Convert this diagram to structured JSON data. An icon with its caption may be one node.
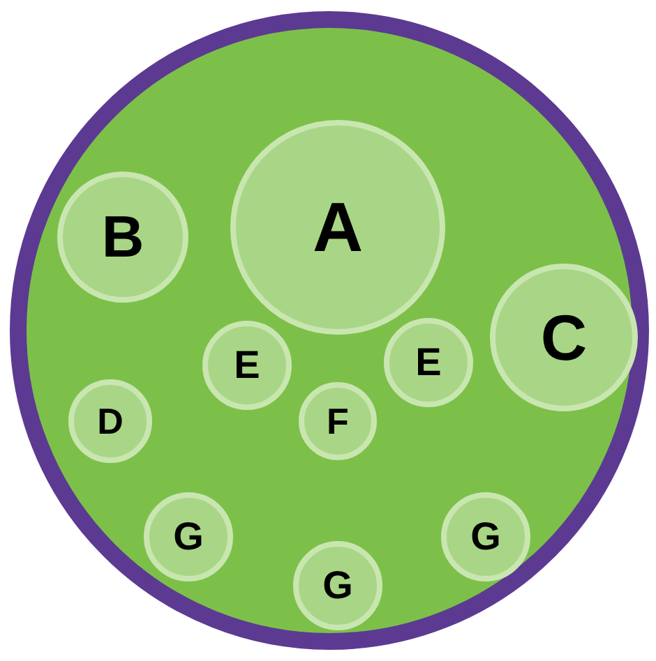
{
  "diagram": {
    "nodes": [
      {
        "text": [],
        "shape": "circle"
      },
      {
        "text": [
          "A"
        ],
        "in": 0
      },
      {
        "text": [
          "B"
        ],
        "in": 0
      },
      {
        "text": [
          "C"
        ],
        "in": 0
      },
      {
        "text": [
          "E"
        ],
        "in": 0
      },
      {
        "text": [
          "E"
        ],
        "in": 0
      },
      {
        "text": [
          "D"
        ],
        "in": 0
      },
      {
        "text": [
          "F"
        ],
        "in": 0
      },
      {
        "text": [
          "G"
        ],
        "in": 0
      },
      {
        "text": [
          "G"
        ],
        "in": 0
      },
      {
        "text": [
          "G"
        ],
        "in": 0
      }
    ]
  }
}
